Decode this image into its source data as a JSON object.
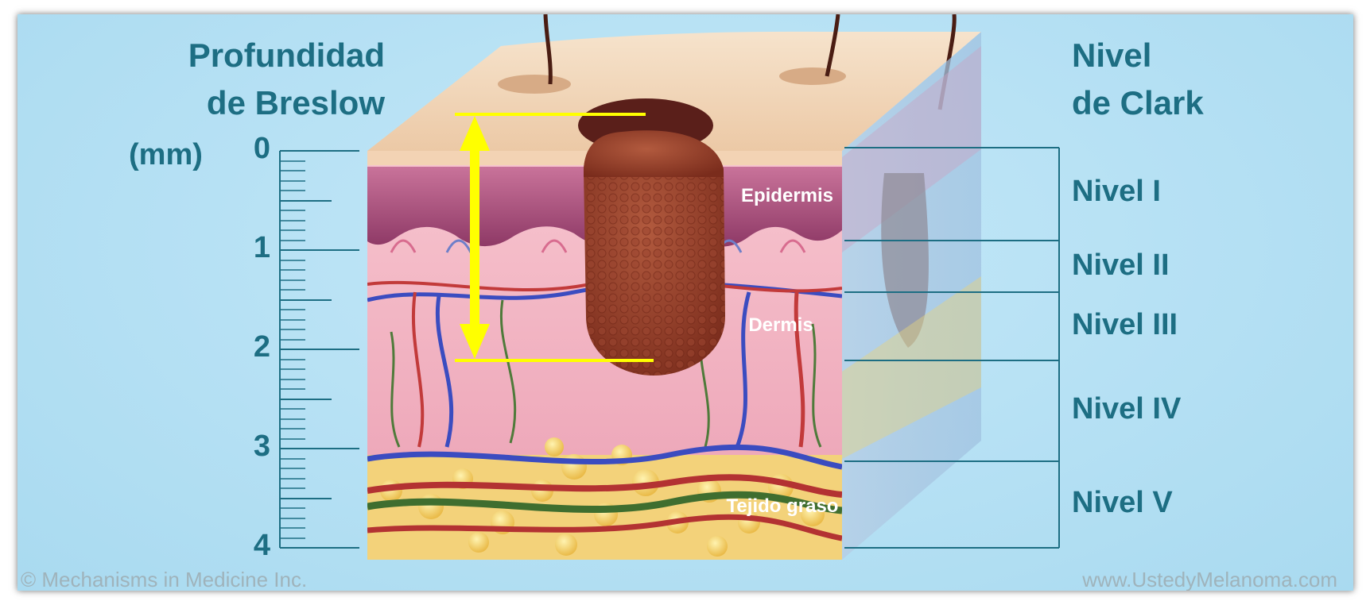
{
  "breslow": {
    "title_line1": "Profundidad",
    "title_line2": "de Breslow",
    "units": "(mm)",
    "ticks": [
      "0",
      "1",
      "2",
      "3",
      "4"
    ]
  },
  "clark": {
    "title_line1": "Nivel",
    "title_line2": "de Clark",
    "levels": [
      "Nivel I",
      "Nivel II",
      "Nivel III",
      "Nivel IV",
      "Nivel V"
    ]
  },
  "layers": {
    "epidermis": "Epidermis",
    "dermis": "Dermis",
    "fat": "Tejido graso"
  },
  "footer": {
    "credit": "© Mechanisms in Medicine Inc.",
    "website": "www.UstedyMelanoma.com"
  },
  "colors": {
    "heading": "#1d6e83",
    "measure_arrow": "#ffff00",
    "background": "#b9e1f3"
  }
}
